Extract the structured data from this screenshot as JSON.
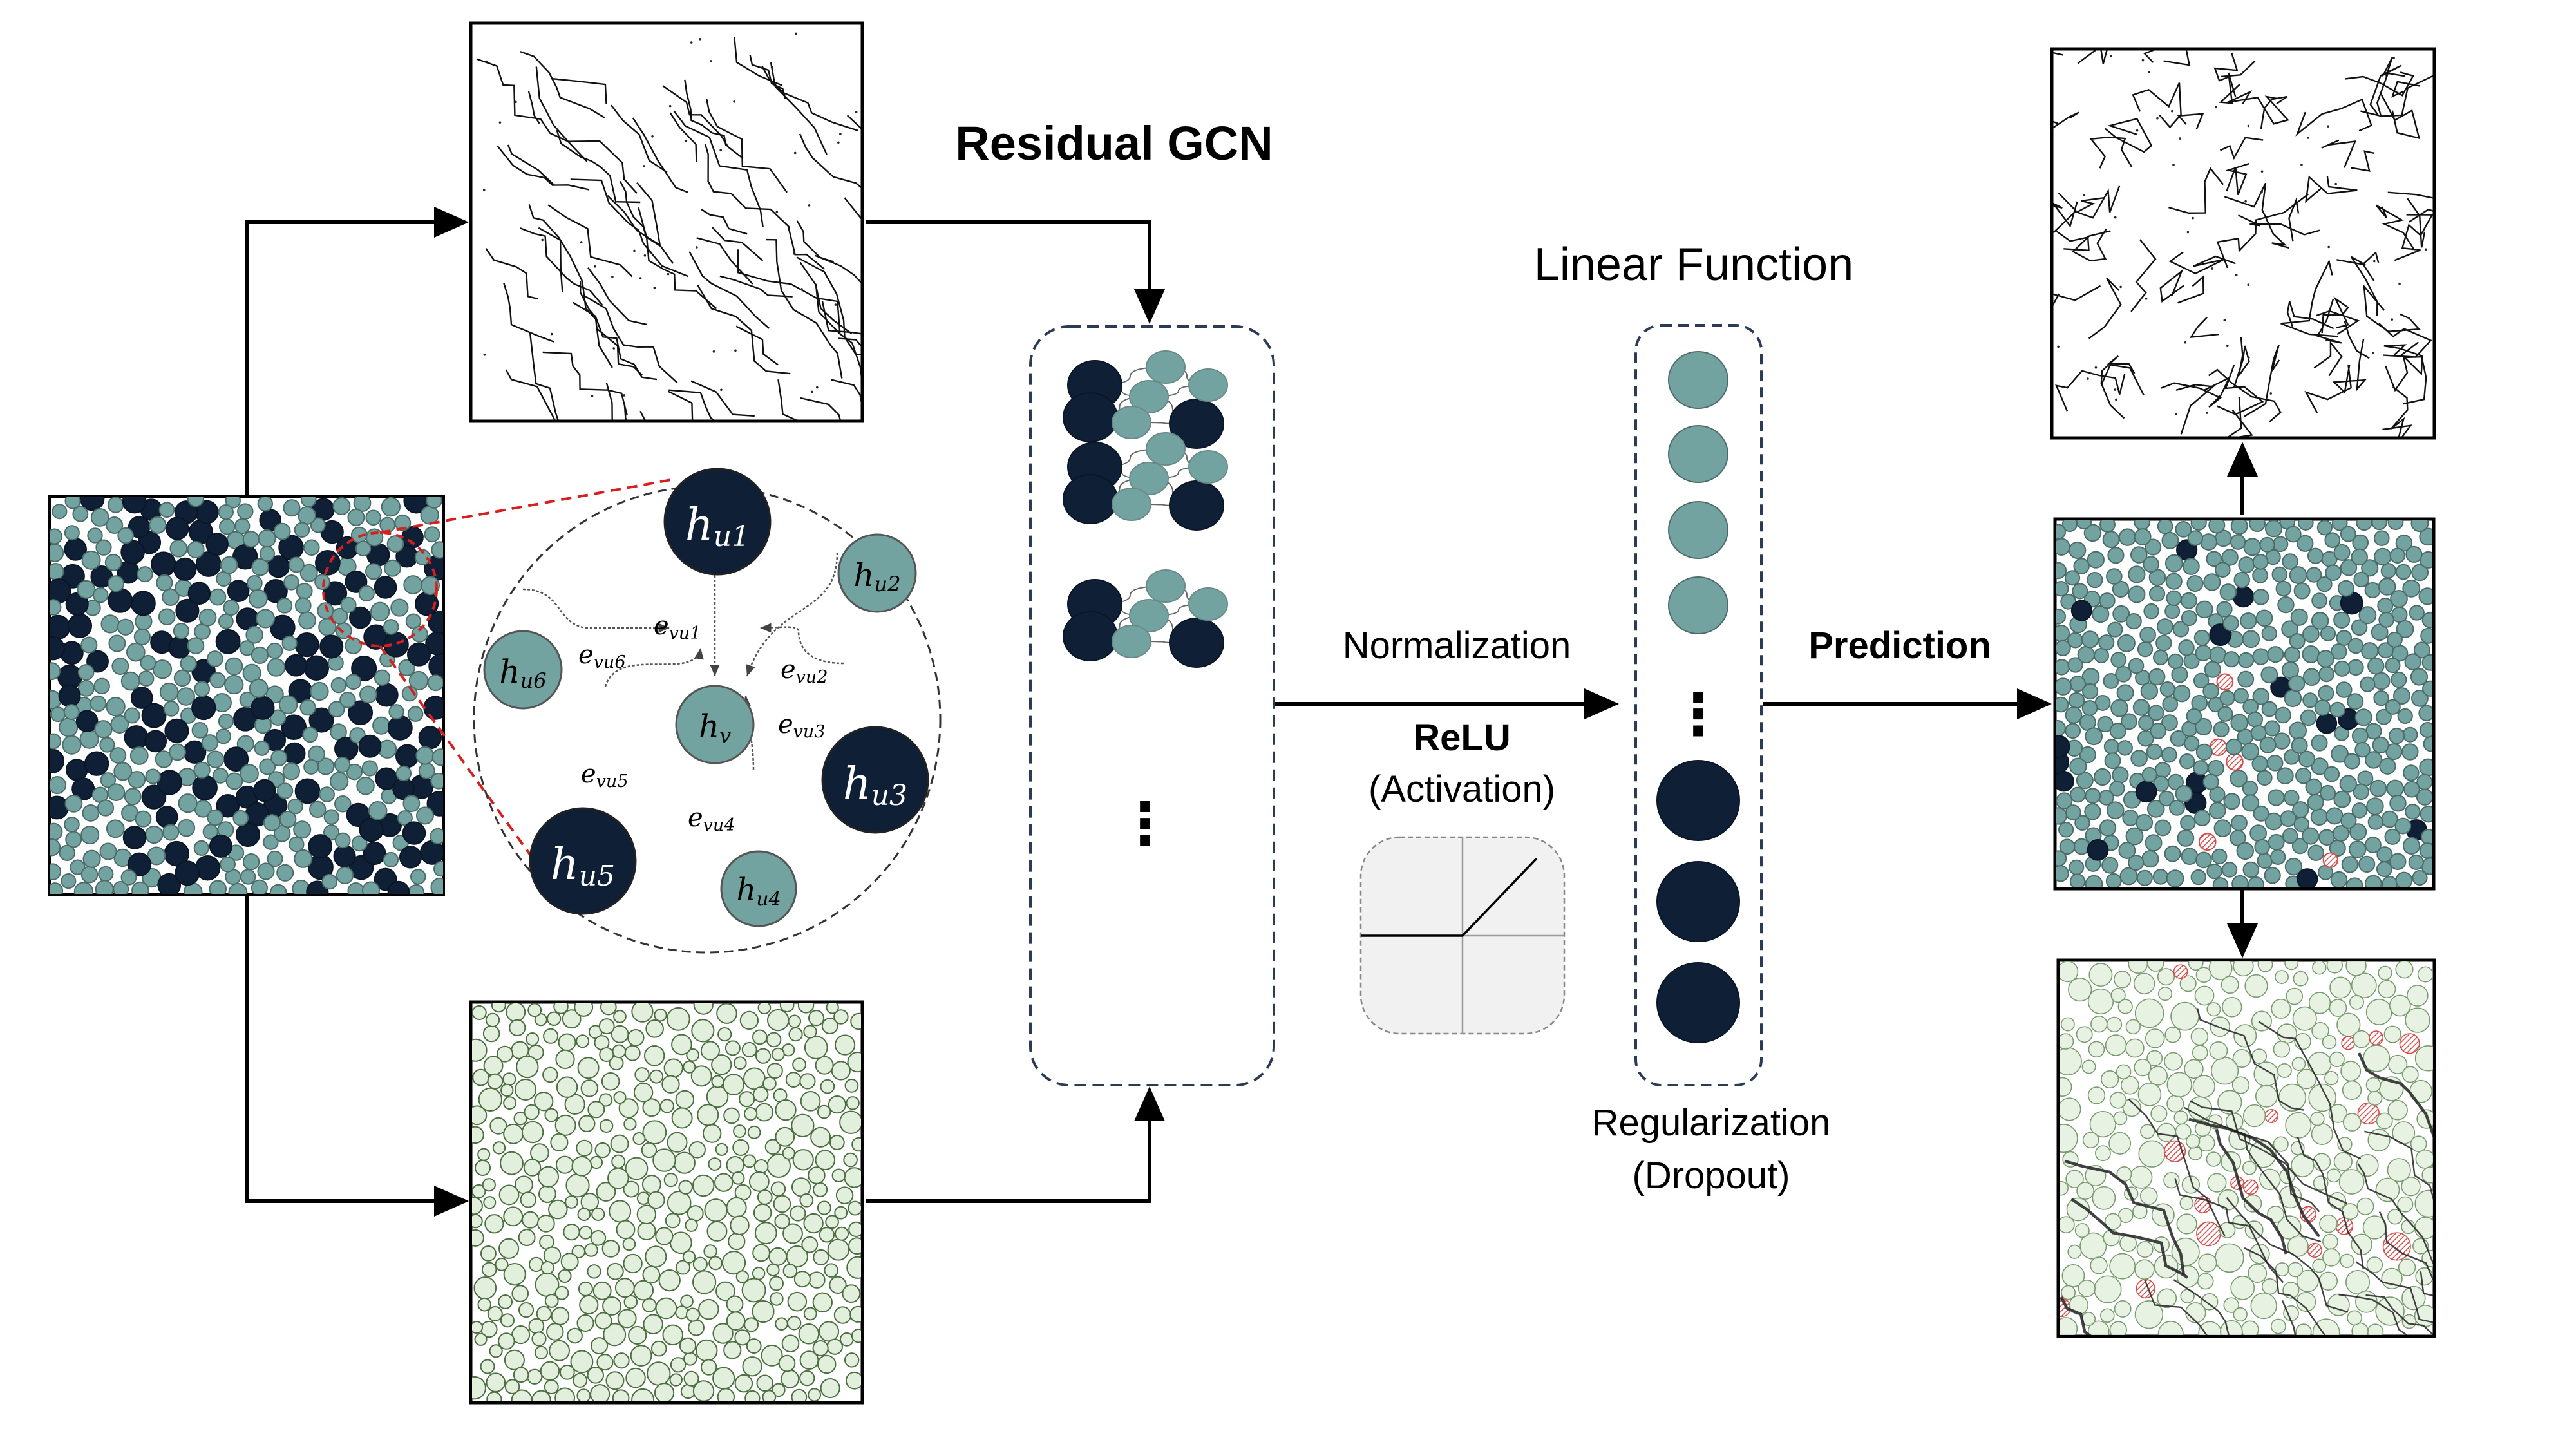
{
  "colors": {
    "dark_node": "#0f1f35",
    "teal_node": "#73a3a0",
    "teal_stroke": "#4d6b68",
    "light_green": "#e2efdc",
    "green_stroke": "#4d6e42",
    "red_hatch": "#d84a4a",
    "dashed_box": "#2b3a55",
    "zoom_line": "#d62020",
    "relu_bg": "#f1f1f1"
  },
  "labels": {
    "residual_gcn": "Residual GCN",
    "linear_function": "Linear Function",
    "normalization": "Normalization",
    "relu": "ReLU",
    "activation": "(Activation)",
    "regularization": "Regularization",
    "dropout": "(Dropout)",
    "prediction": "Prediction"
  },
  "neighborhood": {
    "center": {
      "base": "h",
      "sub": "v"
    },
    "nodes": [
      {
        "base": "h",
        "sub": "u1",
        "type": "dark"
      },
      {
        "base": "h",
        "sub": "u2",
        "type": "teal"
      },
      {
        "base": "h",
        "sub": "u3",
        "type": "dark"
      },
      {
        "base": "h",
        "sub": "u4",
        "type": "teal"
      },
      {
        "base": "h",
        "sub": "u5",
        "type": "dark"
      },
      {
        "base": "h",
        "sub": "u6",
        "type": "teal"
      }
    ],
    "edges": [
      {
        "base": "e",
        "sub": "vu1"
      },
      {
        "base": "e",
        "sub": "vu2"
      },
      {
        "base": "e",
        "sub": "vu3"
      },
      {
        "base": "e",
        "sub": "vu4"
      },
      {
        "base": "e",
        "sub": "vu5"
      },
      {
        "base": "e",
        "sub": "vu6"
      }
    ]
  },
  "gcn_stack": {
    "visible_layers": 3,
    "ellipsis": "⋮"
  },
  "linear_layer": {
    "teal_units": 4,
    "dark_units": 3,
    "ellipsis": "⋮"
  },
  "relu_plot": {
    "function": "max(0, x)"
  }
}
